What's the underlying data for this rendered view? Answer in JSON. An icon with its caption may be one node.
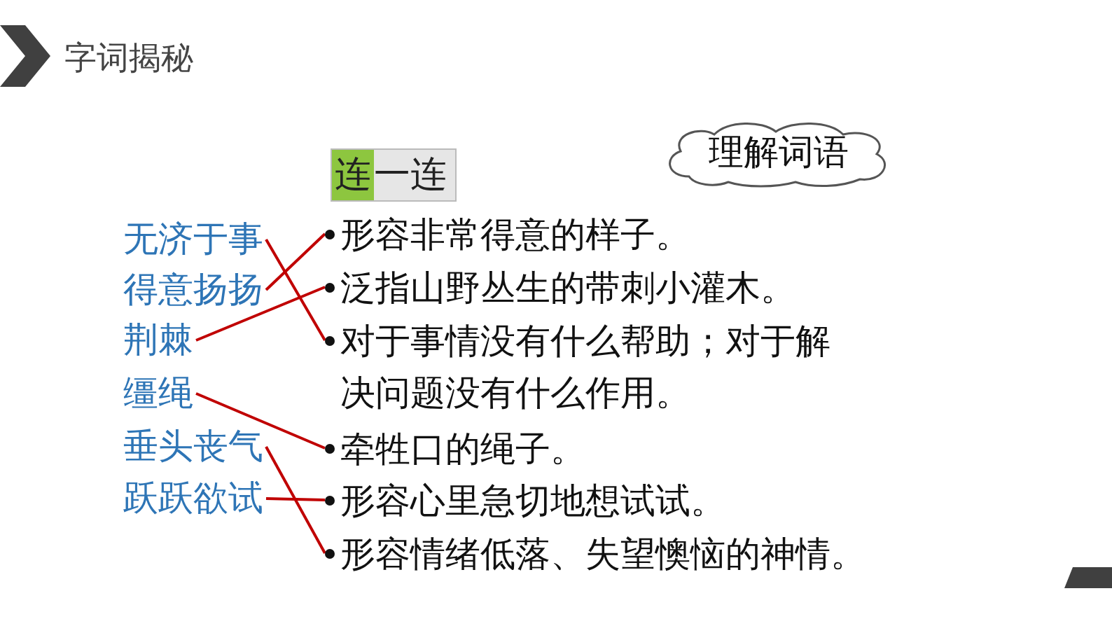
{
  "diagram": {
    "title": "字词揭秘",
    "nodes": [
      {
        "text": [
          "理解词语"
        ]
      },
      {
        "text": [
          "无济于事"
        ]
      },
      {
        "text": [
          "得意扬扬"
        ]
      },
      {
        "text": [
          "荆棘"
        ]
      },
      {
        "text": [
          "缰绳"
        ]
      },
      {
        "text": [
          "垂头丧气"
        ]
      },
      {
        "text": [
          "跃跃欲试"
        ]
      },
      {
        "text": [
          "形容非常得意的样子。"
        ]
      },
      {
        "text": [
          "泛指山野丛生的带刺小灌木。"
        ]
      },
      {
        "text": [
          "对于事情没有什么帮助；对于解决问题没有什么作用。"
        ]
      },
      {
        "text": [
          "牵牲口的绳子。"
        ]
      },
      {
        "text": [
          "形容心里急切地想试试。"
        ]
      },
      {
        "text": [
          "形容情绪低落、失望懊恼的神情。"
        ]
      }
    ],
    "edges": [
      {
        "from": 1,
        "to": 9,
        "arrow": "none"
      },
      {
        "from": 2,
        "to": 7,
        "arrow": "none"
      },
      {
        "from": 3,
        "to": 8,
        "arrow": "none"
      },
      {
        "from": 4,
        "to": 10,
        "arrow": "none"
      },
      {
        "from": 5,
        "to": 12,
        "arrow": "none"
      },
      {
        "from": 6,
        "to": 11,
        "arrow": "none"
      }
    ],
    "labels": [
      "连一连"
    ]
  }
}
